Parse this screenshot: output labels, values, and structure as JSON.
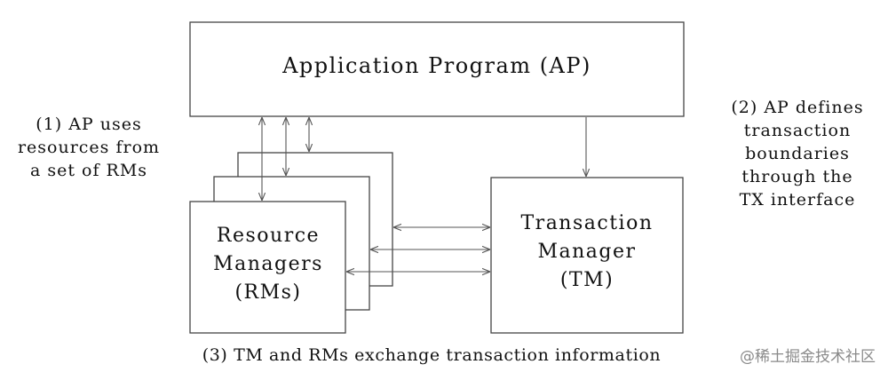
{
  "diagram": {
    "ap_box_label": "Application Program (AP)",
    "rm_box_label": [
      "Resource",
      "Managers",
      "(RMs)"
    ],
    "tm_box_label": [
      "Transaction",
      "Manager",
      "(TM)"
    ],
    "note_1": [
      "(1) AP uses",
      "resources from",
      "a set of RMs"
    ],
    "note_2": [
      "(2) AP defines",
      "transaction",
      "boundaries",
      "through the",
      "TX interface"
    ],
    "note_3": "(3) TM and RMs exchange transaction information",
    "line_color": "#555555",
    "text_color": "#111111"
  },
  "watermark": "@稀土掘金技术社区"
}
